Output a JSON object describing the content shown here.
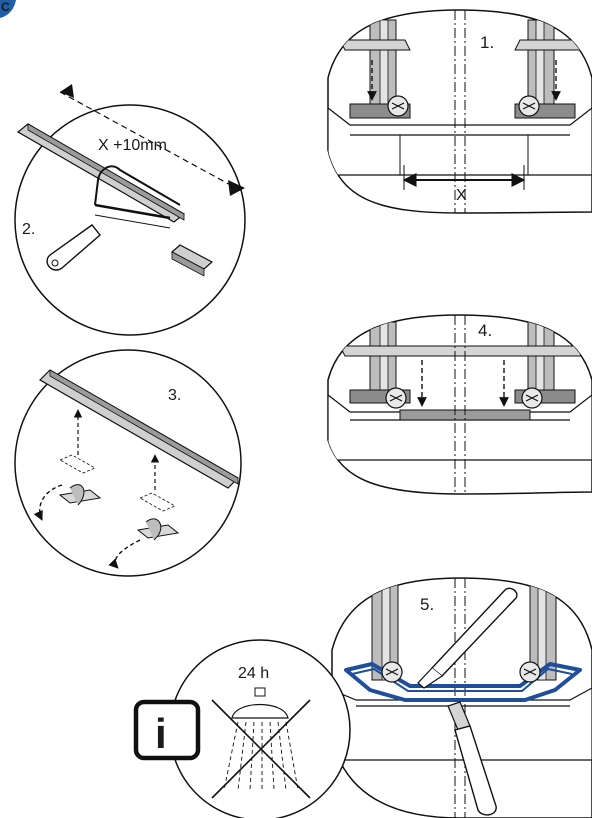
{
  "corner_badge": {
    "letter": "C",
    "color": "#1f5fa8"
  },
  "steps": {
    "step1": {
      "number": "1.",
      "dimension_label": "X"
    },
    "step2": {
      "number": "2.",
      "dimension_label": "X +10mm"
    },
    "step3": {
      "number": "3."
    },
    "step4": {
      "number": "4."
    },
    "step5": {
      "number": "5.",
      "seal_color": "#1f4f9a"
    }
  },
  "drying_notice": {
    "duration": "24 h",
    "info_symbol": "i",
    "icon": "no-shower-icon"
  }
}
